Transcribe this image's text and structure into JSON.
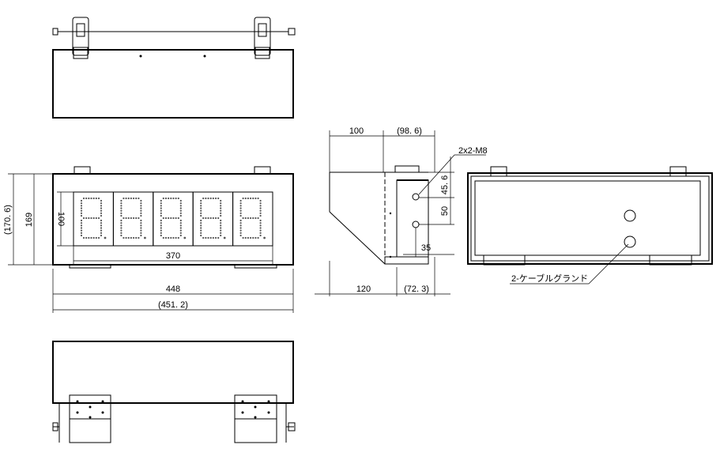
{
  "front_view": {
    "dim_height": "169",
    "dim_height_overall": "(170. 6)",
    "dim_display_height": "100",
    "dim_display_width": "370",
    "dim_width": "448",
    "dim_width_overall": "(451. 2)"
  },
  "side_view": {
    "dim_top_left": "100",
    "dim_top_right": "(98. 6)",
    "dim_bottom_left": "120",
    "dim_bottom_right": "(72. 3)",
    "dim_upper_vertical": "45. 6",
    "dim_lower_vertical": "50",
    "dim_offset": "35",
    "label_bolts": "2x2-M8"
  },
  "rear_view": {
    "label_glands": "2-ケーブルグランド"
  }
}
